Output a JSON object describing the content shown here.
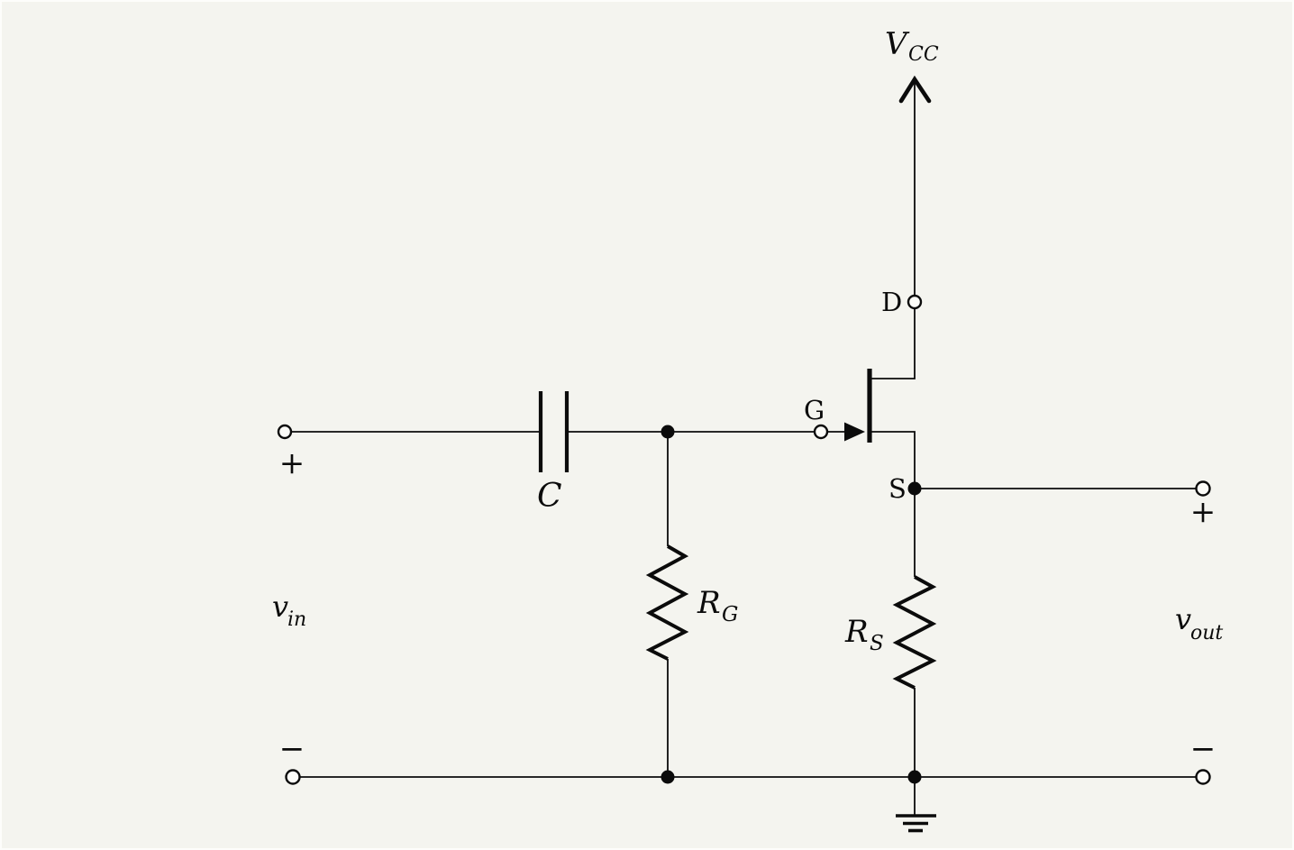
{
  "figure": {
    "colors": {
      "background": "#f4f4ef",
      "ink": "#0b0b0b"
    }
  },
  "labels": {
    "supply_main": "V",
    "supply_sub": "CC",
    "input_main": "v",
    "input_sub": "in",
    "output_main": "v",
    "output_sub": "out",
    "capacitor": "C",
    "gate_resistor_main": "R",
    "gate_resistor_sub": "G",
    "source_resistor_main": "R",
    "source_resistor_sub": "S",
    "gate_terminal": "G",
    "drain_terminal": "D",
    "source_terminal": "S",
    "input_plus": "+",
    "input_minus": "−",
    "output_plus": "+",
    "output_minus": "−"
  }
}
